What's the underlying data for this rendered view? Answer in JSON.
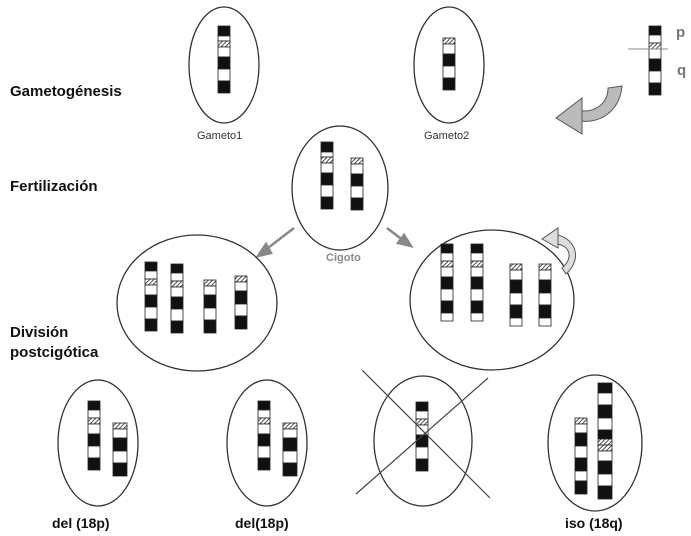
{
  "labels": {
    "gametogenesis": "Gametogénesis",
    "fertilization": "Fertilización",
    "division_line1": "División",
    "division_line2": "postcigótica",
    "gamete1": "Gameto1",
    "gamete2": "Gameto2",
    "zygote": "Cigoto",
    "arm_p": "p",
    "arm_q": "q",
    "outcome1": "del (18p)",
    "outcome2": "del(18p)",
    "outcome4": "iso (18q)"
  },
  "colors": {
    "ink": "#111111",
    "outline": "#333333",
    "arrow_gray": "#888888",
    "hatch": "#222222"
  }
}
